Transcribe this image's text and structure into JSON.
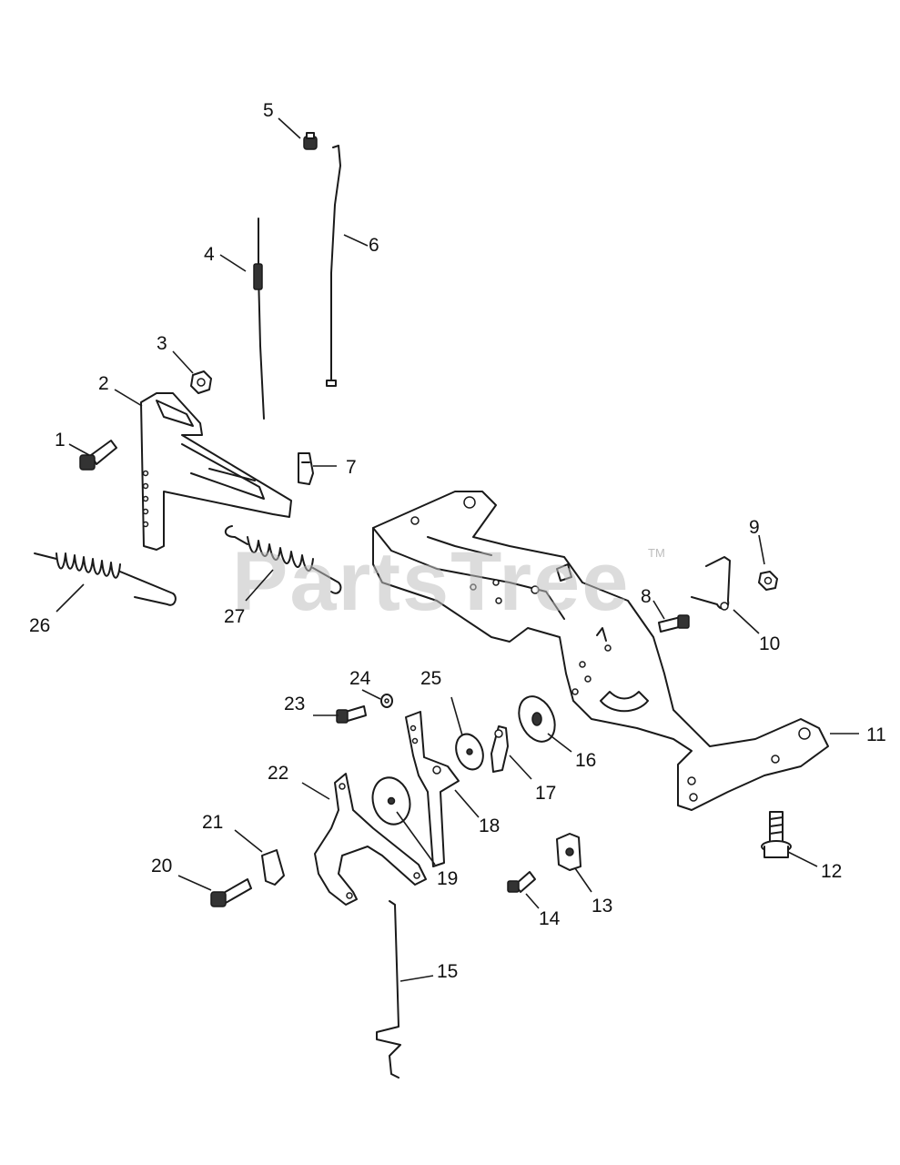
{
  "watermark": {
    "text": "PartsTree",
    "trademark": "TM"
  },
  "callouts": [
    "1",
    "2",
    "3",
    "4",
    "5",
    "6",
    "7",
    "8",
    "9",
    "10",
    "11",
    "12",
    "13",
    "14",
    "15",
    "16",
    "17",
    "18",
    "19",
    "20",
    "21",
    "22",
    "23",
    "24",
    "25",
    "26",
    "27"
  ]
}
